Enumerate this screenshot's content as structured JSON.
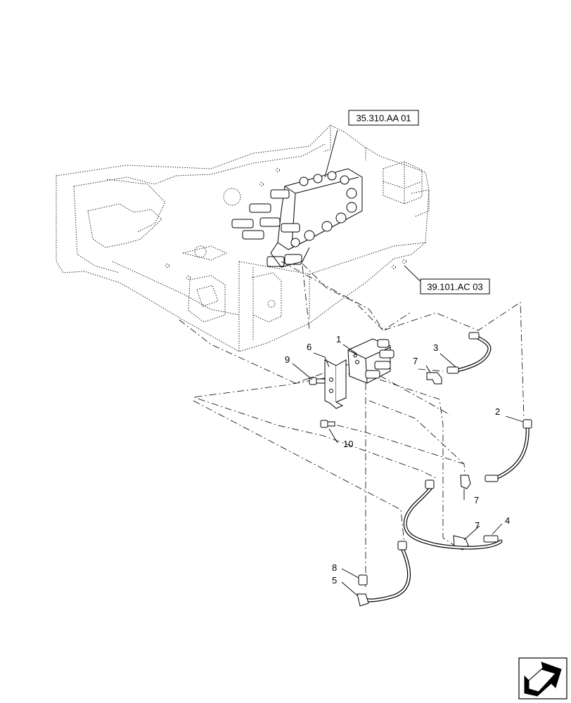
{
  "references": {
    "top": "35.310.AA 01",
    "right": "39.101.AC 03"
  },
  "callouts": {
    "c1": "1",
    "c2": "2",
    "c3": "3",
    "c4": "4",
    "c5": "5",
    "c6": "6",
    "c7a": "7",
    "c7b": "7",
    "c7c": "7",
    "c8": "8",
    "c9": "9",
    "c10": "10"
  },
  "icons": {
    "nav": "next-page-arrow-icon"
  }
}
